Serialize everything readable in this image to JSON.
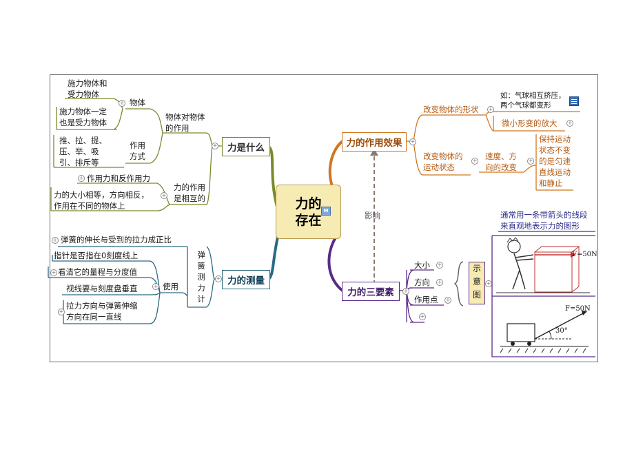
{
  "center": {
    "line1": "力的",
    "line2": "存在",
    "badge": "M"
  },
  "branches": {
    "what": {
      "title": "力是什么",
      "object": "物体",
      "obj_a1": "施力物体和",
      "obj_a2": "受力物体",
      "obj_b1": "施力物体一定",
      "obj_b2": "也是受力物体",
      "effect1": "物体对物体",
      "effect2": "的作用",
      "manner1": "作用",
      "manner2": "方式",
      "ex1": "推、拉、提、",
      "ex2": "压、举、吸",
      "ex3": "引、排斥等",
      "mutual1": "力的作用",
      "mutual2": "是相互的",
      "pair": "作用力和反作用力",
      "pair_d1": "力的大小相等，方向相反，",
      "pair_d2": "作用在不同的物体上"
    },
    "measure": {
      "title": "力的测量",
      "spring": "弹簧测力计",
      "principle": "弹簧的伸长与受到的拉力成正比",
      "use": "使用",
      "u1": "指针是否指在0刻度线上",
      "u2": "看清它的量程与分度值",
      "u3": "视线要与刻度盘垂直",
      "u4a": "拉力方向与弹簧伸缩",
      "u4b": "方向在同一直线"
    },
    "effect": {
      "title": "力的作用效果",
      "shape": "改变物体的形状",
      "shape_ex1": "如：气球相互挤压，",
      "shape_ex2": "两个气球都变形",
      "shape_small": "微小形变的放大",
      "motion1": "改变物体的",
      "motion2": "运动状态",
      "speed1": "速度、方",
      "speed2": "向的改变",
      "rest1": "保持运动",
      "rest2": "状态不变",
      "rest3": "的是匀速",
      "rest4": "直线运动",
      "rest5": "和静止"
    },
    "elements": {
      "title": "力的三要素",
      "size": "大小",
      "direction": "方向",
      "point": "作用点",
      "diagram1": "示",
      "diagram2": "意",
      "diagram3": "图",
      "desc1": "通常用一条带箭头的线段",
      "desc2": "来直观地表示力的图形",
      "f1": "F=50N",
      "f2": "F=50N",
      "angle": "30°"
    },
    "link": "影响"
  },
  "colors": {
    "what": "#7a8a2a",
    "measure": "#2a6a82",
    "effect": "#d1761f",
    "elements": "#5b2a88",
    "center": "#f7ebb4"
  }
}
